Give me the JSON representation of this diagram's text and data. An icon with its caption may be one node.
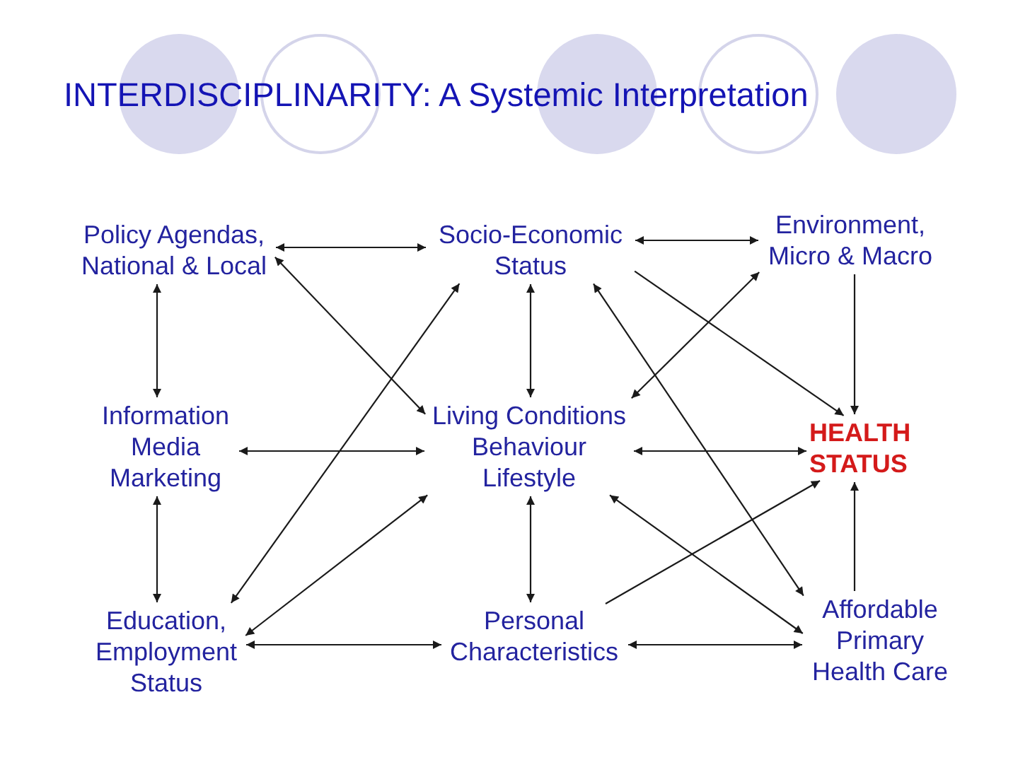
{
  "diagram": {
    "title": "INTERDISCIPLINARITY: A Systemic Interpretation",
    "nodes": [
      {
        "text": [
          "Policy Agendas, National & Local"
        ]
      },
      {
        "text": [
          "Socio-Economic Status"
        ]
      },
      {
        "text": [
          "Environment, Micro & Macro"
        ]
      },
      {
        "text": [
          "Information Media Marketing"
        ]
      },
      {
        "text": [
          "Living Conditions Behaviour Lifestyle"
        ]
      },
      {
        "text": [
          "HEALTH STATUS"
        ]
      },
      {
        "text": [
          "Education, Employment Status"
        ]
      },
      {
        "text": [
          "Personal Characteristics"
        ]
      },
      {
        "text": [
          "Affordable Primary Health Care"
        ]
      }
    ],
    "edges": [
      {
        "from": 0,
        "to": 1,
        "arrow": "both"
      },
      {
        "from": 1,
        "to": 2,
        "arrow": "both"
      },
      {
        "from": 0,
        "to": 3,
        "arrow": "both"
      },
      {
        "from": 1,
        "to": 4,
        "arrow": "both"
      },
      {
        "from": 0,
        "to": 4,
        "arrow": "both"
      },
      {
        "from": 1,
        "to": 5,
        "arrow": "to"
      },
      {
        "from": 2,
        "to": 5,
        "arrow": "to"
      },
      {
        "from": 2,
        "to": 4,
        "arrow": "both"
      },
      {
        "from": 1,
        "to": 8,
        "arrow": "both"
      },
      {
        "from": 3,
        "to": 4,
        "arrow": "both"
      },
      {
        "from": 4,
        "to": 5,
        "arrow": "both"
      },
      {
        "from": 3,
        "to": 6,
        "arrow": "both"
      },
      {
        "from": 6,
        "to": 1,
        "arrow": "both"
      },
      {
        "from": 6,
        "to": 4,
        "arrow": "both"
      },
      {
        "from": 4,
        "to": 7,
        "arrow": "both"
      },
      {
        "from": 6,
        "to": 7,
        "arrow": "both"
      },
      {
        "from": 7,
        "to": 5,
        "arrow": "to"
      },
      {
        "from": 4,
        "to": 8,
        "arrow": "both"
      },
      {
        "from": 7,
        "to": 8,
        "arrow": "both"
      },
      {
        "from": 8,
        "to": 5,
        "arrow": "to"
      }
    ]
  }
}
